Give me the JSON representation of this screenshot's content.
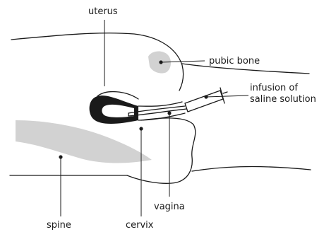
{
  "labels": {
    "uterus": "uterus",
    "pubic_bone": "pubic bone",
    "infusion_line1": "infusion of",
    "infusion_line2": "saline solution",
    "spine": "spine",
    "cervix": "cervix",
    "vagina": "vagina"
  },
  "colors": {
    "ink": "#1a1a1a",
    "bone_gray": "#d2d2d2",
    "background": "#ffffff"
  }
}
